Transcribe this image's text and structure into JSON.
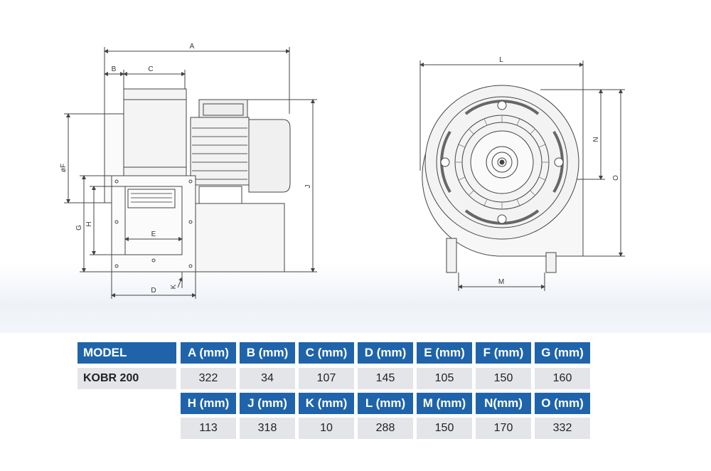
{
  "colors": {
    "header_bg": "#1f64aa",
    "header_text": "#ffffff",
    "value_bg": "#e3e5e8",
    "line": "#444444"
  },
  "drawing": {
    "side_view_labels": {
      "A": "A",
      "B": "B",
      "C": "C",
      "J": "J",
      "F": "øF",
      "G": "G",
      "H": "H",
      "E": "E",
      "D": "D",
      "K": "K"
    },
    "front_view_labels": {
      "L": "L",
      "N": "N",
      "O": "O",
      "M": "M"
    }
  },
  "table": {
    "row1_headers": [
      "MODEL",
      "A (mm)",
      "B (mm)",
      "C (mm)",
      "D (mm)",
      "E (mm)",
      "F (mm)",
      "G (mm)"
    ],
    "row1_values": [
      "KOBR 200",
      "322",
      "34",
      "107",
      "145",
      "105",
      "150",
      "160"
    ],
    "row2_headers": [
      "H (mm)",
      "J (mm)",
      "K (mm)",
      "L (mm)",
      "M (mm)",
      "N(mm)",
      "O (mm)"
    ],
    "row2_values": [
      "113",
      "318",
      "10",
      "288",
      "150",
      "170",
      "332"
    ]
  }
}
